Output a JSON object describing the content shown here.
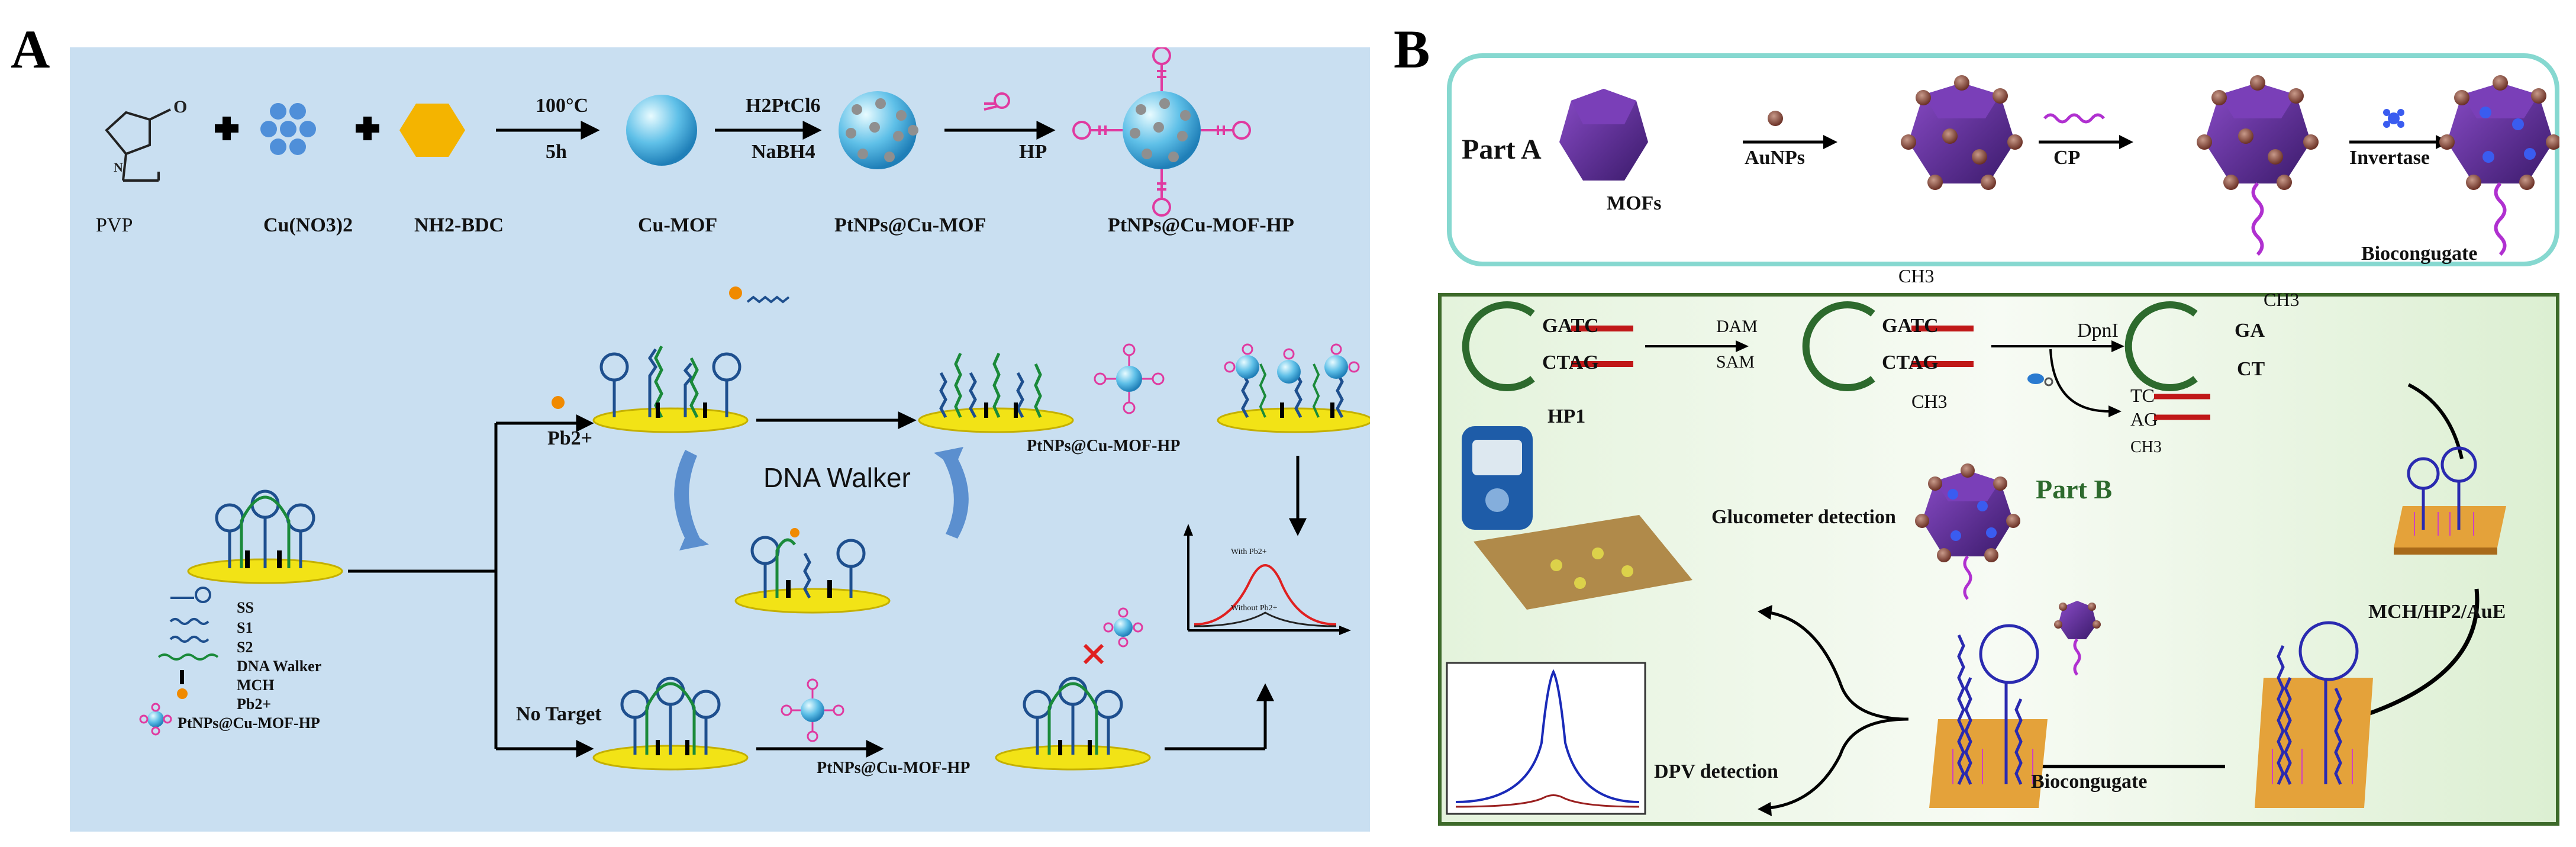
{
  "panel_a": {
    "letter": "A",
    "synthesis": {
      "reagents": [
        "PVP",
        "Cu(NO3)2",
        "NH2-BDC"
      ],
      "cond1_top": "100°C",
      "cond1_bottom": "5h",
      "cond2_top": "H2PtCl6",
      "cond2_bottom": "NaBH4",
      "cond3_top": "HP",
      "products": [
        "Cu-MOF",
        "PtNPs@Cu-MOF",
        "PtNPs@Cu-MOF-HP"
      ]
    },
    "pb_label": "Pb2+",
    "no_target_label": "No Target",
    "dna_walker_label": "DNA Walker",
    "probe_label_top": "PtNPs@Cu-MOF-HP",
    "probe_label_bottom": "PtNPs@Cu-MOF-HP",
    "curve_labels": [
      "With Pb2+",
      "Without Pb2+"
    ],
    "legend": [
      "SS",
      "S1",
      "S2",
      "DNA Walker",
      "MCH",
      "Pb2+",
      "PtNPs@Cu-MOF-HP"
    ]
  },
  "panel_b": {
    "letter": "B",
    "part_a": {
      "title": "Part A",
      "mofs": "MOFs",
      "arrow1": "AuNPs",
      "arrow2": "CP",
      "arrow3": "Invertase",
      "product": "Biocongugate"
    },
    "part_b": {
      "title": "Part B",
      "hp1": "HP1",
      "seq_top": "GATC",
      "seq_bottom": "CTAG",
      "dam": "DAM",
      "sam": "SAM",
      "ch3": "CH3",
      "dpni": "DpnI",
      "ga": "GA",
      "ct": "CT",
      "tc": "TC",
      "ag": "AG",
      "electrode": "MCH/HP2/AuE",
      "bioconjugate": "Biocongugate",
      "glucometer": "Glucometer detection",
      "dpv": "DPV detection"
    }
  }
}
